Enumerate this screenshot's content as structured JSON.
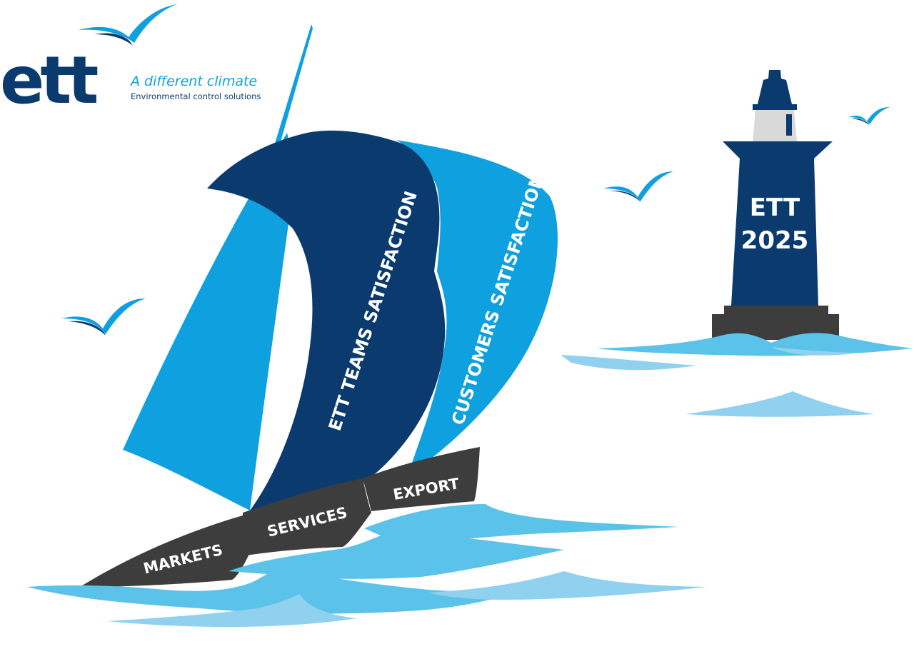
{
  "logo": {
    "brand": "ett",
    "tagline": "A different climate",
    "subtagline": "Environmental control solutions"
  },
  "sails": {
    "inner": "ETT TEAMS SATISFACTION",
    "outer": "CUSTOMERS SATISFACTION"
  },
  "hull": {
    "bow": "MARKETS",
    "middle": "SERVICES",
    "stern": "EXPORT"
  },
  "lighthouse": {
    "line1": "ETT",
    "line2": "2025"
  },
  "colors": {
    "navy": "#0b3b6e",
    "sky": "#0fa0df",
    "light_sky": "#5bc2ea",
    "pale_sky": "#8fd1ee",
    "hull": "#3d3d3d",
    "lantern": "#d9d9d9"
  }
}
